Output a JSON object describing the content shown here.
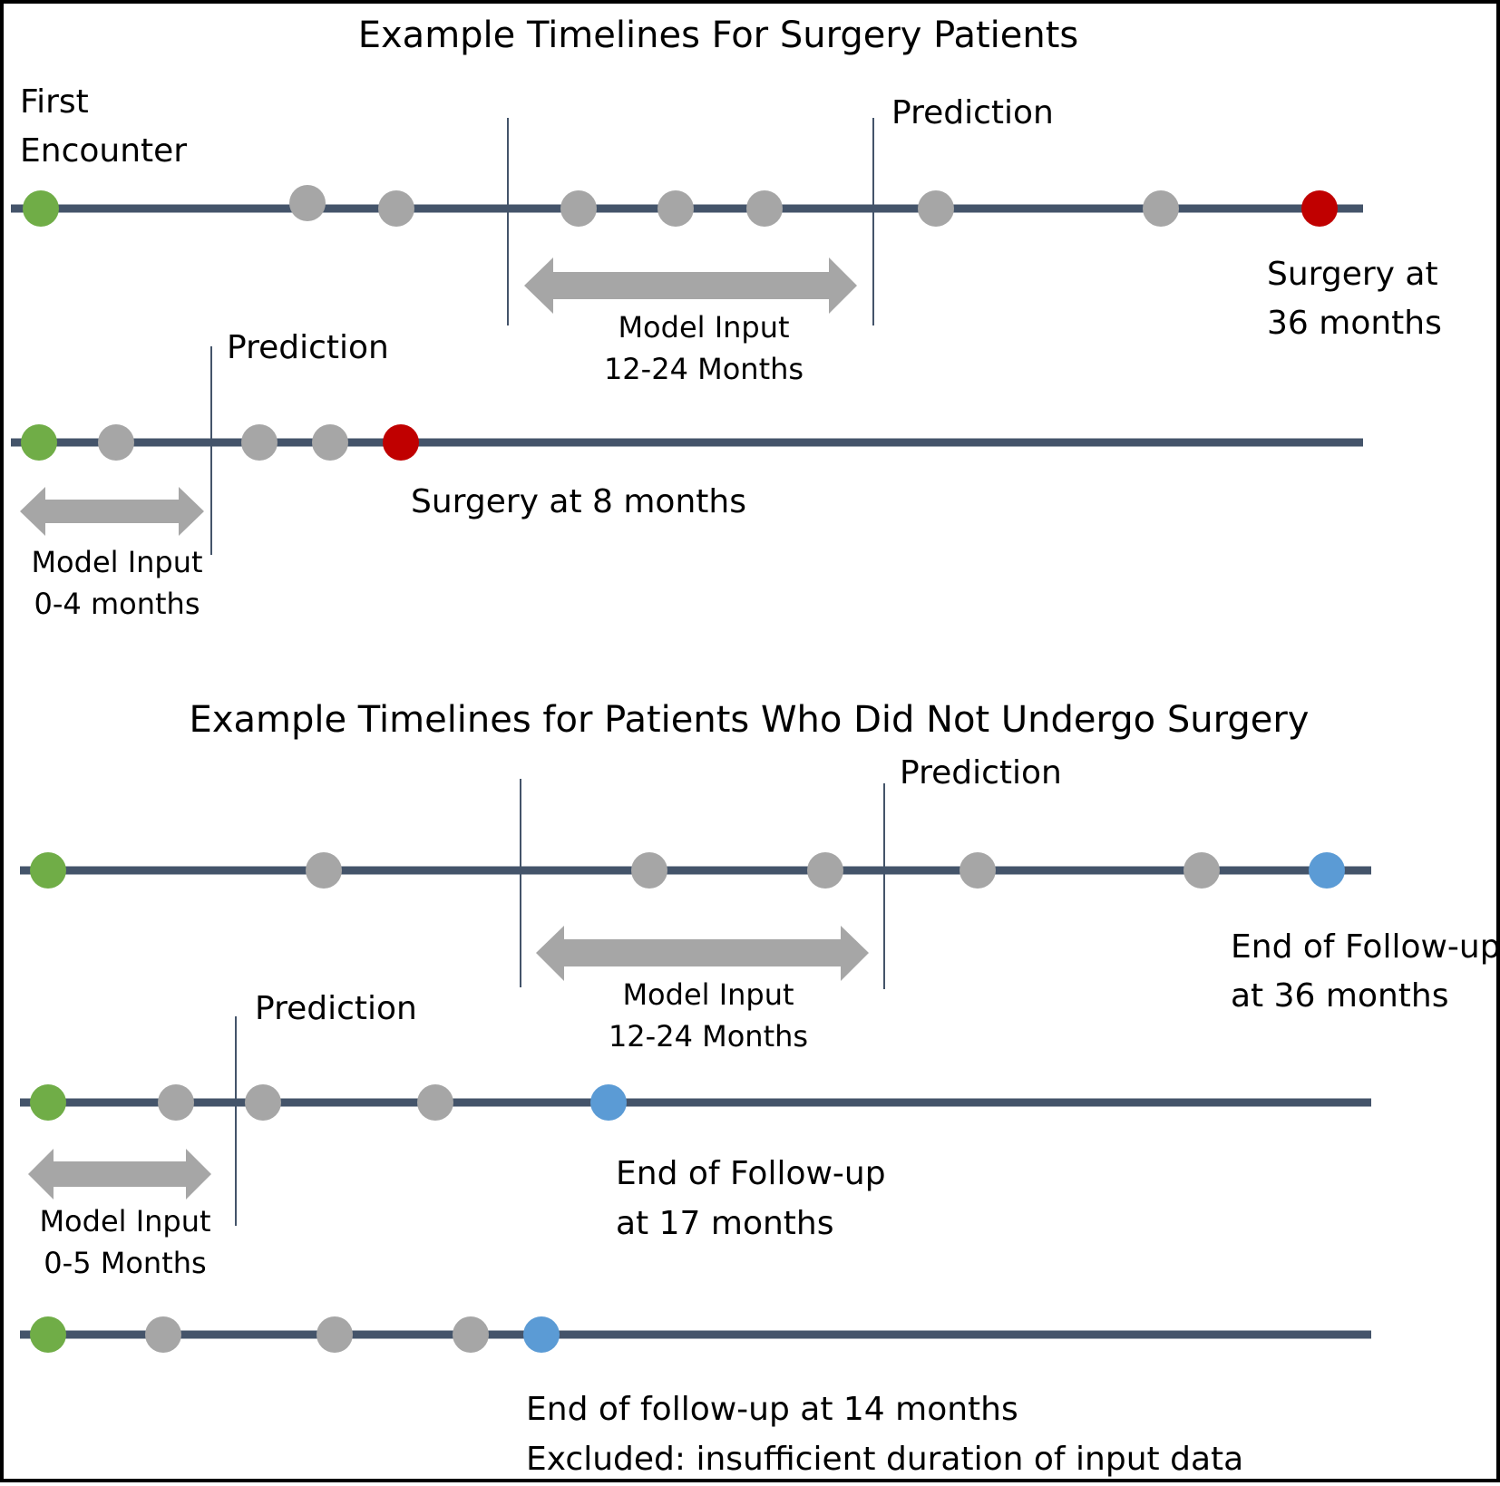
{
  "colors": {
    "timeline": "#44546a",
    "first_encounter": "#70ad47",
    "visit": "#a6a6a6",
    "surgery": "#c00000",
    "end_of_follow_up": "#5b9bd5",
    "arrow": "#a6a6a6"
  },
  "sections": {
    "surgery": {
      "title": "Example Timelines For Surgery Patients",
      "first_encounter_label": [
        "First",
        "Encounter"
      ],
      "timeline_1": {
        "prediction_label": "Prediction",
        "model_input_label": [
          "Model Input",
          "12-24 Months"
        ],
        "outcome_label": [
          "Surgery at",
          "36 months"
        ]
      },
      "timeline_2": {
        "prediction_label": "Prediction",
        "model_input_label": [
          "Model Input",
          "0-4 months"
        ],
        "outcome_label": [
          "Surgery at 8 months"
        ]
      }
    },
    "no_surgery": {
      "title": "Example Timelines for Patients Who Did Not Undergo Surgery",
      "timeline_3": {
        "prediction_label": "Prediction",
        "model_input_label": [
          "Model Input",
          "12-24 Months"
        ],
        "outcome_label": [
          "End of Follow-up",
          "at 36 months"
        ]
      },
      "timeline_4": {
        "prediction_label": "Prediction",
        "model_input_label": [
          "Model Input",
          "0-5 Months"
        ],
        "outcome_label": [
          "End of Follow-up",
          "at 17 months"
        ]
      },
      "timeline_5": {
        "outcome_label": [
          "End of follow-up at 14 months",
          "Excluded: insufficient duration of input data"
        ]
      }
    }
  }
}
